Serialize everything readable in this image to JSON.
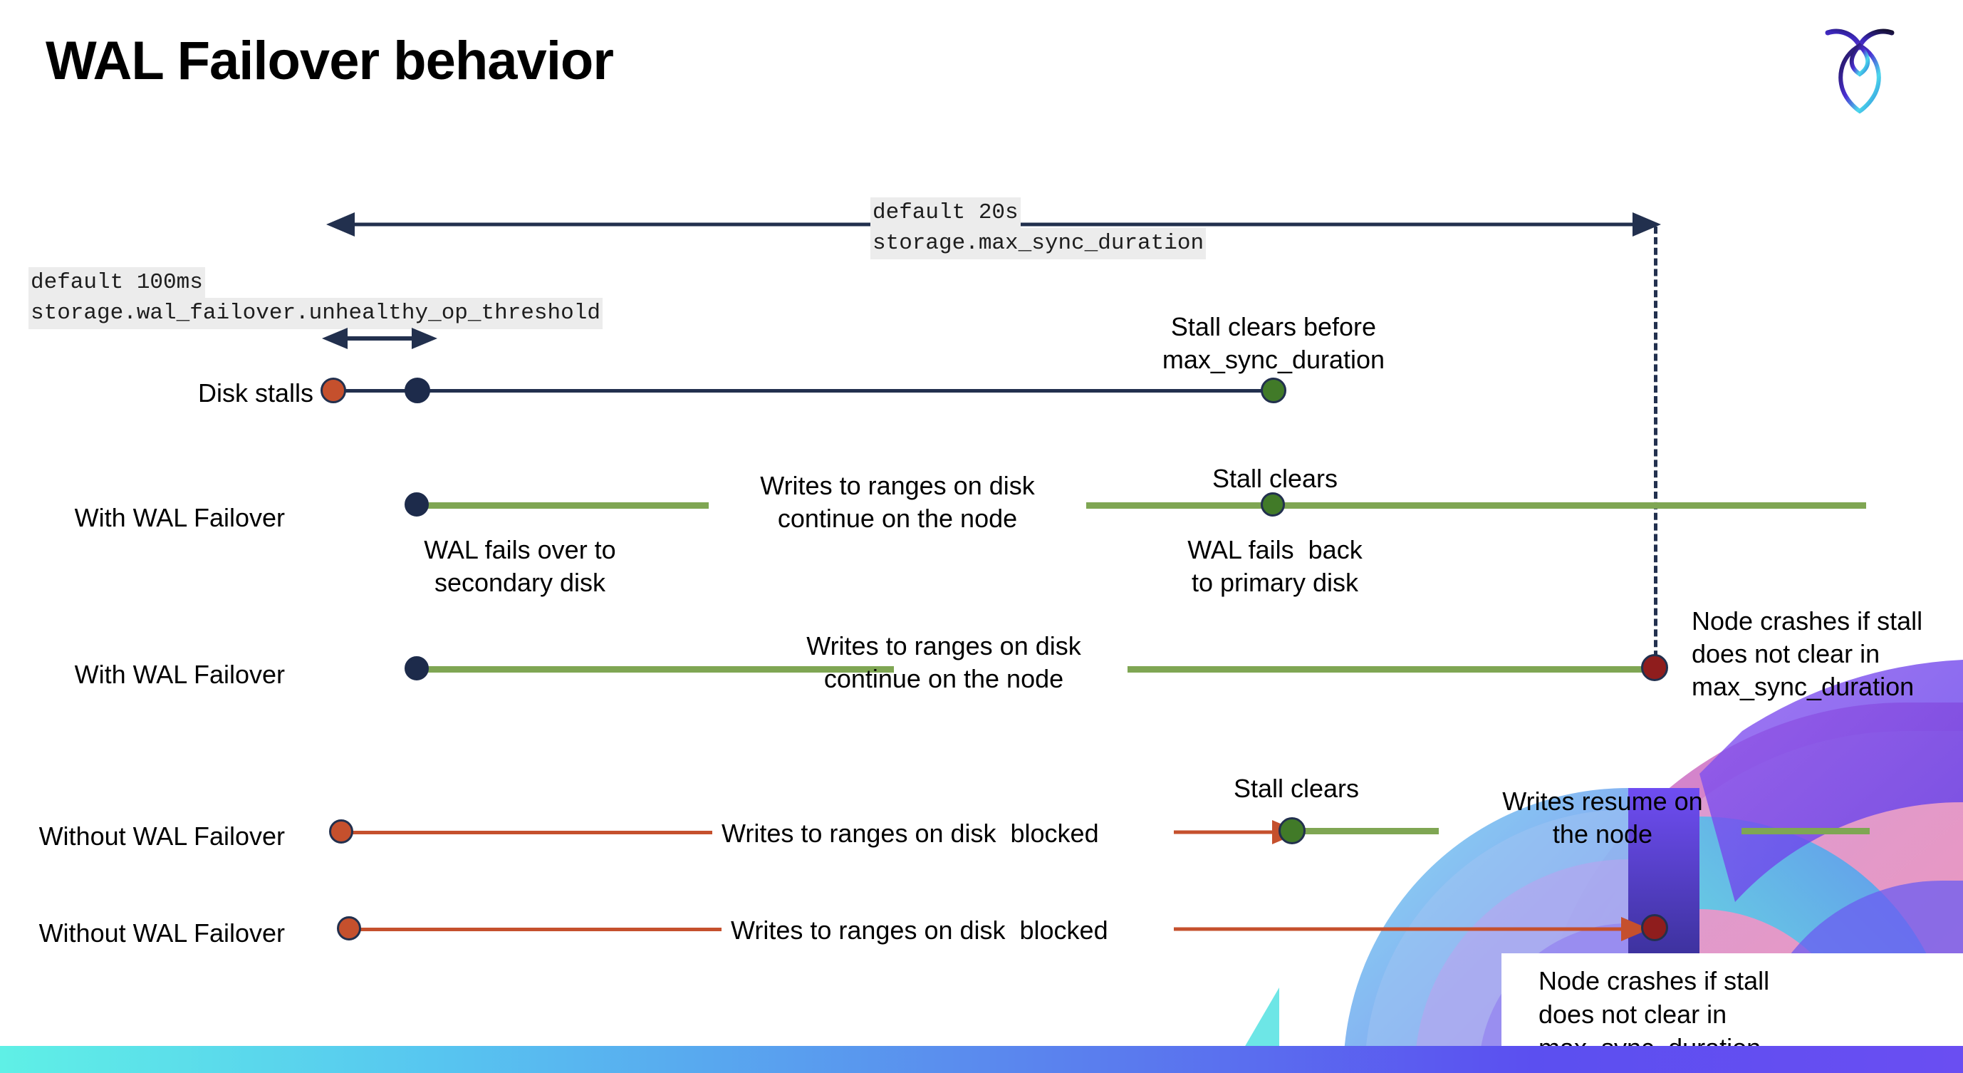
{
  "slide": {
    "title": "WAL Failover behavior",
    "logo_name": "cockroachdb-logo"
  },
  "colors": {
    "navy": "#22304e",
    "green_line": "#7fa653",
    "red_line": "#c5502d",
    "dot_orange": "#c5502d",
    "dot_navy": "#1d2b4b",
    "dot_green": "#417a28",
    "dot_darkred": "#8f1d1d",
    "code_bg": "#ececec"
  },
  "settings": {
    "max_sync_duration": {
      "default_label": "default 20s",
      "setting_name": "storage.max_sync_duration"
    },
    "unhealthy_op_threshold": {
      "default_label": "default 100ms",
      "setting_name": "storage.wal_failover.unhealthy_op_threshold"
    }
  },
  "rows": [
    {
      "label": "Disk stalls",
      "annotations": [
        "Stall clears before",
        "max_sync_duration"
      ]
    },
    {
      "label": "With WAL Failover",
      "mid_note_l1": "Writes to ranges on disk",
      "mid_note_l2": "continue on the node",
      "start_note_l1": "WAL fails over to",
      "start_note_l2": "secondary disk",
      "clear_note": "Stall clears",
      "back_note_l1": "WAL fails  back",
      "back_note_l2": "to primary disk"
    },
    {
      "label": "With WAL Failover",
      "mid_note_l1": "Writes to ranges on disk",
      "mid_note_l2": "continue on the node",
      "crash_note_l1": "Node crashes if stall",
      "crash_note_l2": "does not clear in",
      "crash_note_l3": "max_sync_duration"
    },
    {
      "label": "Without WAL Failover",
      "blocked_note": "Writes to ranges on disk  blocked",
      "clear_note": "Stall clears",
      "resume_note_l1": "Writes resume on",
      "resume_note_l2": "the node"
    },
    {
      "label": "Without WAL Failover",
      "blocked_note": "Writes to ranges on disk  blocked",
      "crash_note_l1": "Node crashes if stall",
      "crash_note_l2": "does not clear in",
      "crash_note_l3": "max_sync_duration"
    }
  ]
}
